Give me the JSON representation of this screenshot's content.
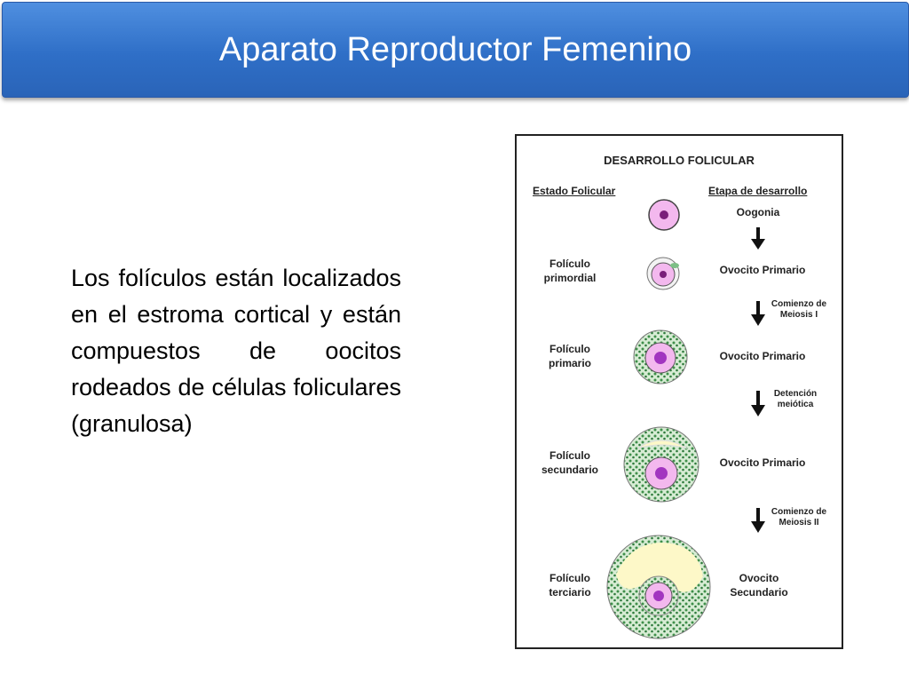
{
  "slide": {
    "title": "Aparato Reproductor Femenino",
    "body_text": "Los folículos están localizados en el estroma cortical y están compuestos de oocitos rodeados de células foliculares (granulosa)"
  },
  "diagram": {
    "title": "DESARROLLO FOLICULAR",
    "col_left": "Estado Folicular",
    "col_right": "Etapa de desarrollo",
    "stage_oogonia": "Oogonia",
    "row1_left_a": "Folículo",
    "row1_left_b": "primordial",
    "row1_right": "Ovocito Primario",
    "step1_a": "Comienzo de",
    "step1_b": "Meiosis I",
    "row2_left_a": "Folículo",
    "row2_left_b": "primario",
    "row2_right": "Ovocito Primario",
    "step2_a": "Detención",
    "step2_b": "meiótica",
    "row3_left_a": "Folículo",
    "row3_left_b": "secundario",
    "row3_right": "Ovocito Primario",
    "step3_a": "Comienzo de",
    "step3_b": "Meiosis II",
    "row4_left_a": "Folículo",
    "row4_left_b": "terciario",
    "row4_right_a": "Ovocito",
    "row4_right_b": "Secundario"
  }
}
